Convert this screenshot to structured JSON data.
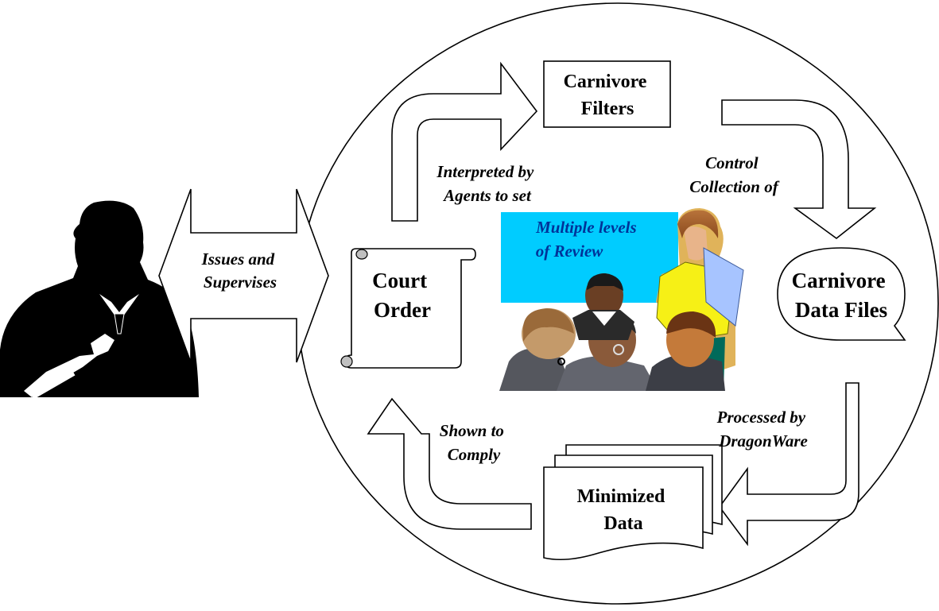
{
  "labels": {
    "issues_supervises": [
      "Issues and",
      "Supervises"
    ],
    "court_order": [
      "Court",
      "Order"
    ],
    "interpreted_by": [
      "Interpreted by",
      "Agents to set"
    ],
    "carnivore_filters": [
      "Carnivore",
      "Filters"
    ],
    "control_collection": [
      "Control",
      "Collection of"
    ],
    "carnivore_data_files": [
      "Carnivore",
      "Data Files"
    ],
    "processed_by": [
      "Processed by",
      "DragonWare"
    ],
    "minimized_data": [
      "Minimized",
      "Data"
    ],
    "shown_to_comply": [
      "Shown to",
      "Comply"
    ],
    "review": [
      "Multiple levels",
      "of Review"
    ]
  },
  "colors": {
    "review_panel": "#00ccff",
    "review_text": "#003399",
    "outline": "#000000"
  },
  "icons": {
    "judge": "judge-silhouette-icon",
    "meeting": "meeting-people-icon"
  }
}
